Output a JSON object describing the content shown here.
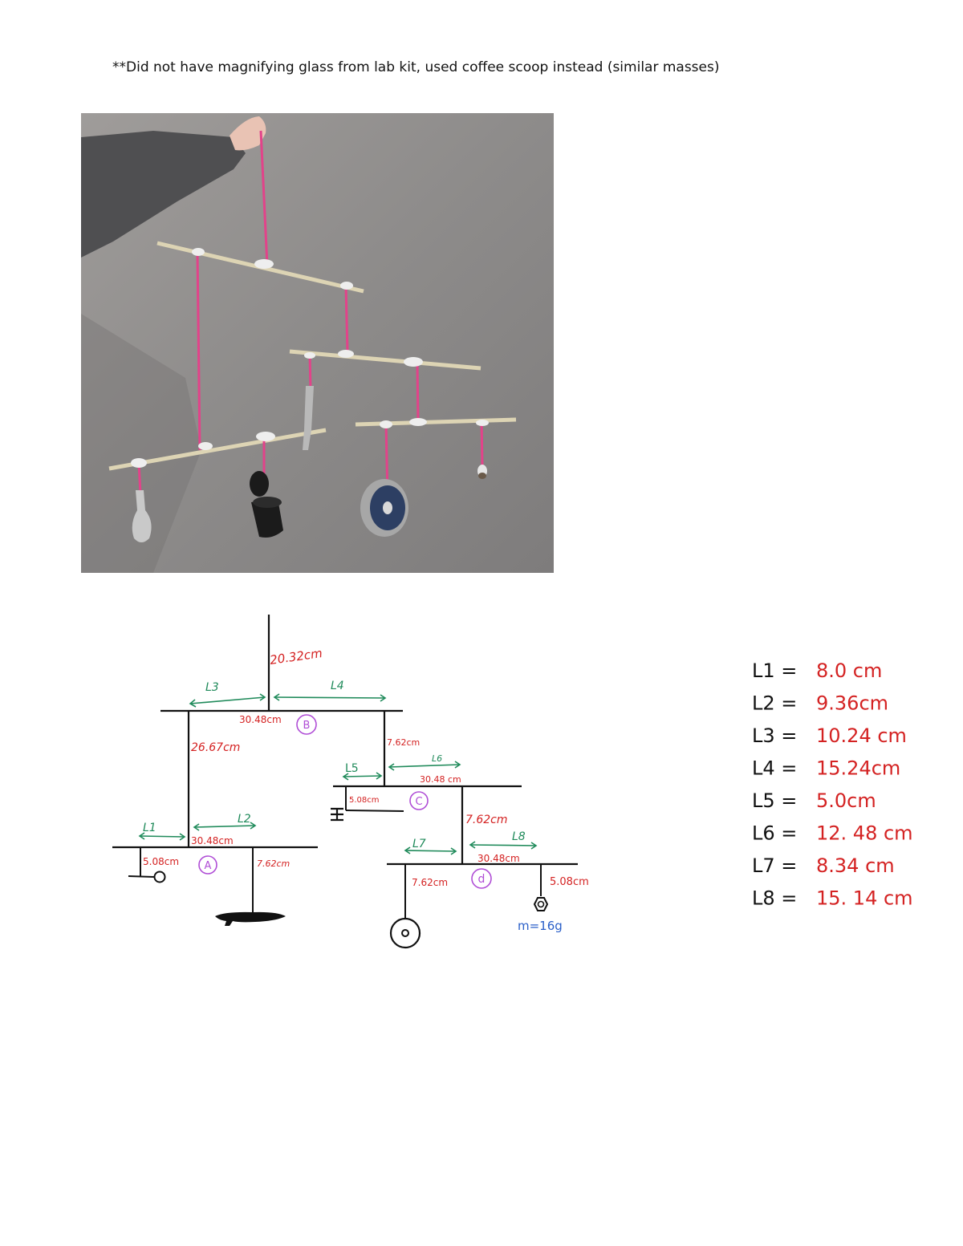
{
  "note": "**Did not have magnifying glass from lab kit, used coffee scoop instead (similar masses)",
  "colors": {
    "red": "#d42222",
    "green": "#1f8a5a",
    "purple": "#b04ed6",
    "blue": "#2a5fc8",
    "black": "#111111"
  },
  "diagram": {
    "top_string": "20.32cm",
    "bar_B": {
      "label": "30.48cm",
      "tag": "B",
      "left_arm": "L3",
      "right_arm": "L4"
    },
    "string_B_to_A": "26.67cm",
    "string_B_to_C": "7.62cm",
    "bar_C": {
      "label": "30.48 cm",
      "tag": "C",
      "left_arm": "L5",
      "right_arm": "L6",
      "left_string": "5.08cm"
    },
    "string_C_to_D": "7.62cm",
    "bar_A": {
      "label": "30.48cm",
      "tag": "A",
      "left_arm": "L1",
      "right_arm": "L2",
      "left_string": "5.08cm",
      "right_string": "7.62cm"
    },
    "bar_D": {
      "label": "30.48cm",
      "tag": "d",
      "left_arm": "L7",
      "right_arm": "L8",
      "left_string": "7.62cm",
      "right_string": "5.08cm"
    },
    "nut_mass": "m=16g"
  },
  "lengths": [
    {
      "name": "L1 =",
      "value": "8.0 cm"
    },
    {
      "name": "L2 =",
      "value": "9.36cm"
    },
    {
      "name": "L3 =",
      "value": "10.24 cm"
    },
    {
      "name": "L4 =",
      "value": "15.24cm"
    },
    {
      "name": "L5 =",
      "value": "5.0cm"
    },
    {
      "name": "L6 =",
      "value": "12. 48 cm"
    },
    {
      "name": "L7 =",
      "value": "8.34 cm"
    },
    {
      "name": "L8 =",
      "value": "15. 14 cm"
    }
  ]
}
